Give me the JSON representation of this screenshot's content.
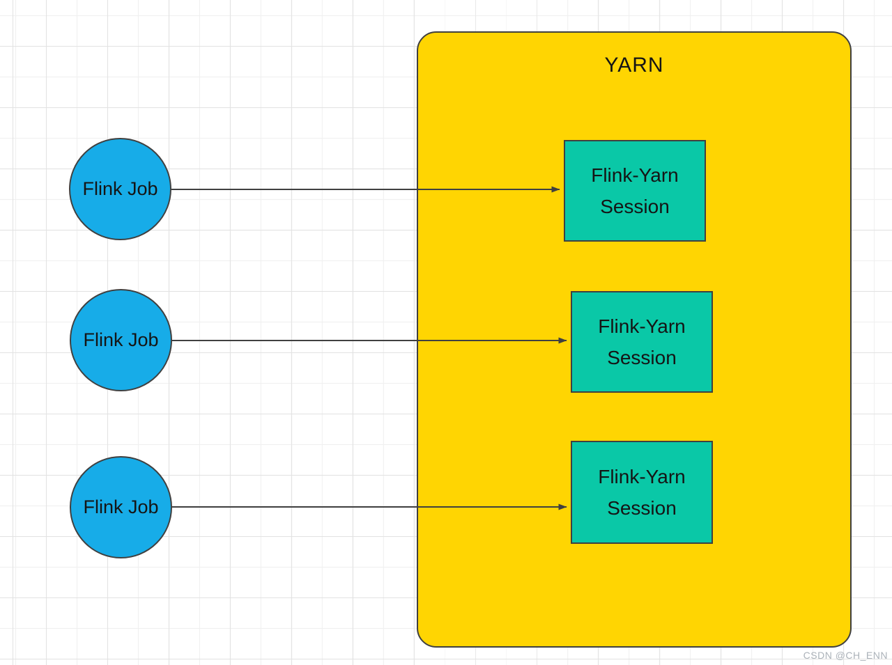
{
  "diagram": {
    "yarn": {
      "label": "YARN"
    },
    "jobs": [
      {
        "label": "Flink Job"
      },
      {
        "label": "Flink Job"
      },
      {
        "label": "Flink Job"
      }
    ],
    "sessions": [
      {
        "label": "Flink-Yarn Session"
      },
      {
        "label": "Flink-Yarn Session"
      },
      {
        "label": "Flink-Yarn Session"
      }
    ],
    "connections": [
      {
        "from": "job-1",
        "to": "session-1"
      },
      {
        "from": "job-2",
        "to": "session-2"
      },
      {
        "from": "job-3",
        "to": "session-3"
      }
    ],
    "colors": {
      "yarn_fill": "#FFD502",
      "session_fill": "#0AC8A7",
      "job_fill": "#17ACE8",
      "border": "#404040",
      "arrow": "#404040"
    }
  },
  "watermark": {
    "text": "CSDN @CH_ENN"
  }
}
